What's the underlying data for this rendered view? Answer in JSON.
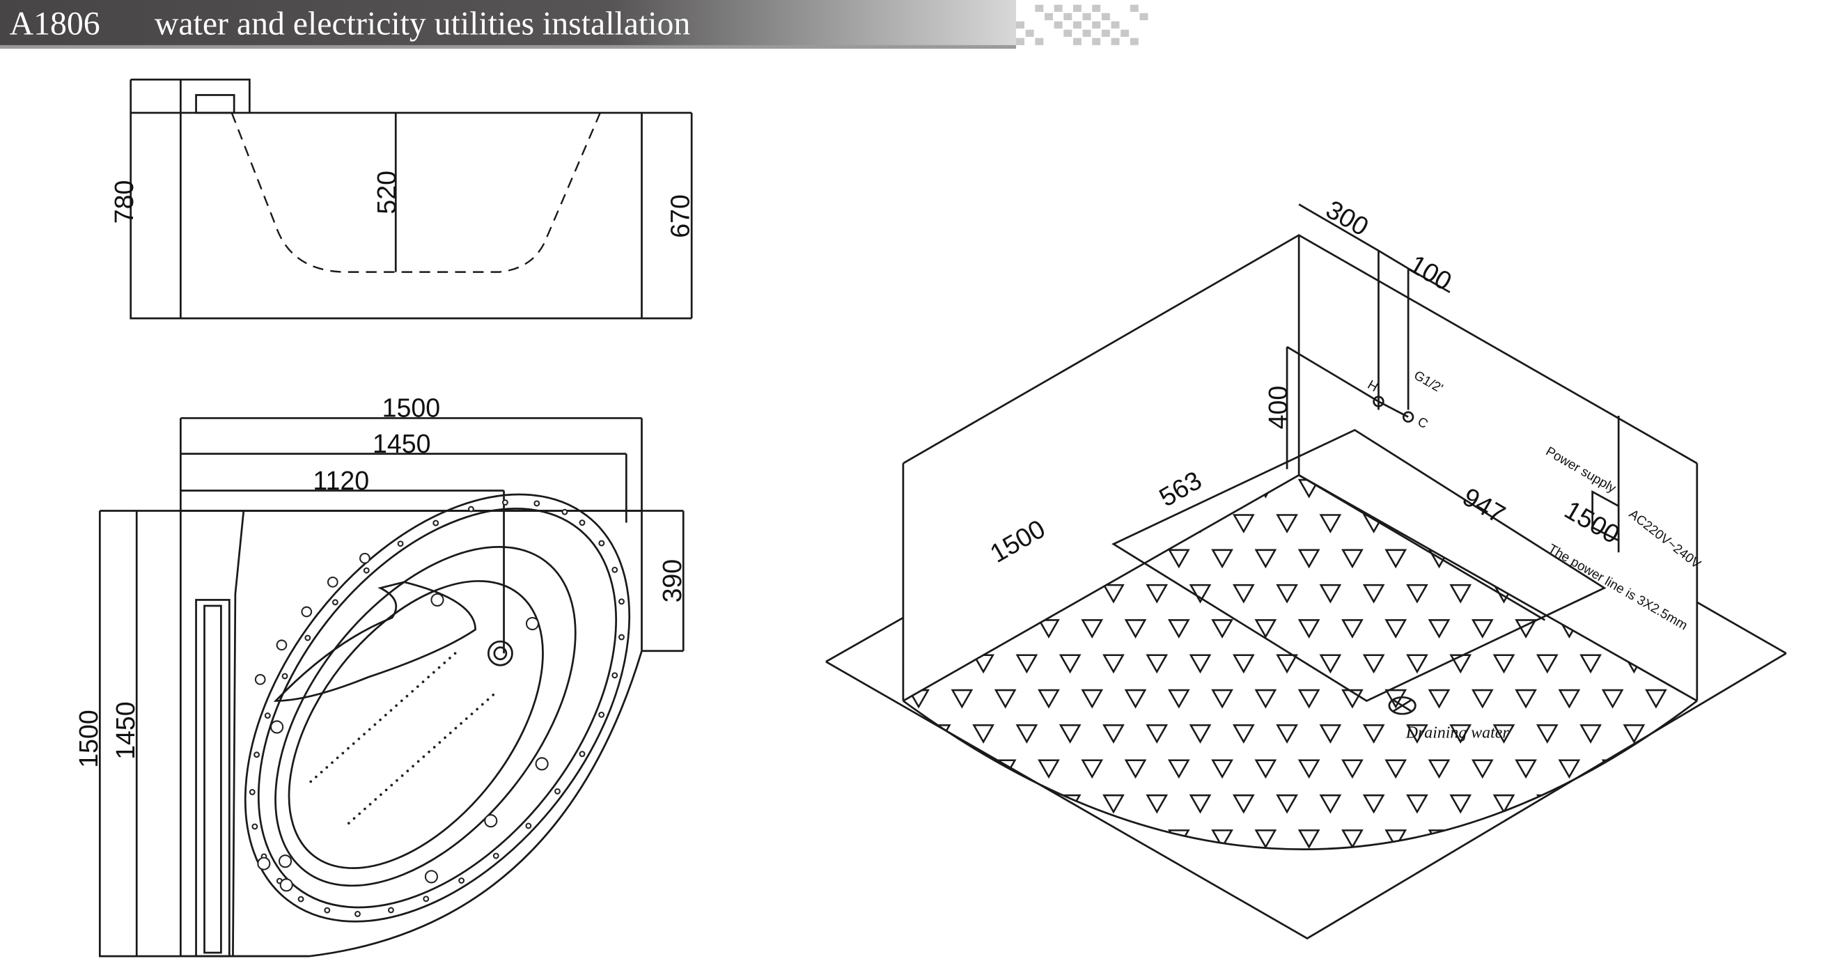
{
  "header": {
    "model": "A1806",
    "title": "water and electricity utilities installation",
    "band_color": "#4a4848"
  },
  "side_view": {
    "height_total": "780",
    "depth_inner": "520",
    "height_apron": "670"
  },
  "top_view": {
    "width_total": "1500",
    "width_inner": "1450",
    "drain_offset_x": "1120",
    "length_total": "1500",
    "length_inner": "1450",
    "drain_offset_y": "390"
  },
  "iso_view": {
    "wall_offset": "300",
    "pipe_spacing": "100",
    "pipe_height": "400",
    "hot_label": "H",
    "cold_label": "C",
    "pipe_size": "G1/2'",
    "drain_offset_a": "563",
    "side_a": "1500",
    "drain_offset_b": "947",
    "side_b": "1500",
    "power_label": "Power supply",
    "voltage": "AC220V~240V",
    "power_line_note": "The power line is 3X2.5mm",
    "drain_label": "Draining water"
  }
}
